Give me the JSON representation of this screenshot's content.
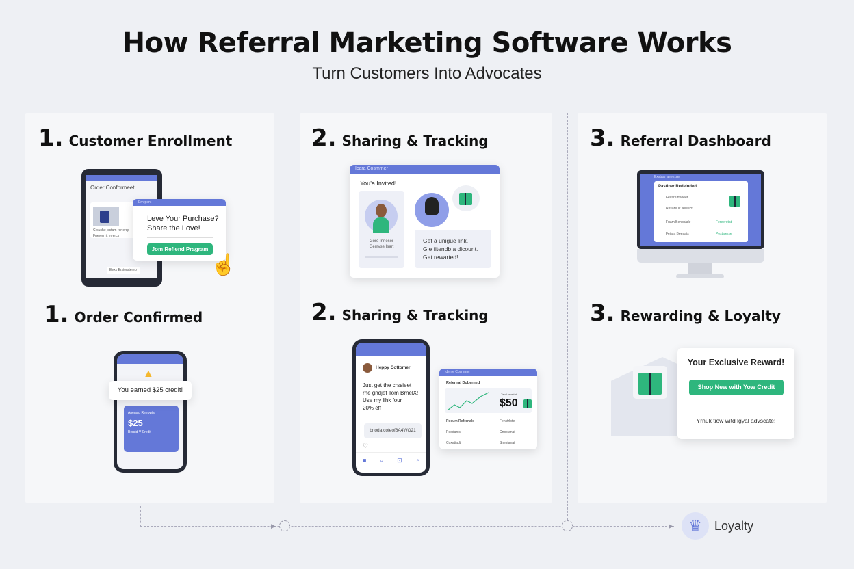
{
  "title": "How Referral Marketing Software Works",
  "subtitle": "Turn Customers Into Advocates",
  "steps": [
    {
      "num": "1.",
      "label": "Customer Enrollment"
    },
    {
      "num": "2.",
      "label": "Sharing & Tracking"
    },
    {
      "num": "3.",
      "label": "Referral Dashboard"
    },
    {
      "num": "1.",
      "label": "Order Confirmed"
    },
    {
      "num": "2.",
      "label": "Sharing & Tracking"
    },
    {
      "num": "3.",
      "label": "Rewarding & Loyalty"
    }
  ],
  "enroll": {
    "screen_title": "Order Conformeet!",
    "line1": "Crsuche jcstam rer ersp",
    "line2": "Fuereu rit er ercs",
    "footer": "Eexx  Erstersterep",
    "popup_bar": "Ernrpent",
    "popup_text1": "Leve Your Purchase?",
    "popup_text2": "Share the Love!",
    "button": "Jom Refiend Pragram"
  },
  "invite": {
    "bar": "Icara Cosmmer",
    "heading": "You'a Invited!",
    "person_line1": "Gore Inneser",
    "person_line2": "Gemvse Isart",
    "msg1": "Get a unigue link.",
    "msg2": "Gie fitendb a dicount.",
    "msg3": "Get rewarted!"
  },
  "dashboard": {
    "bar": "Exstaar aeeezrer",
    "title": "Pastiner Redeinded",
    "row1": "Fevare tteoeer",
    "row1b": "Resareult Neeect",
    "row2": "Fuam Benbalale",
    "row2s": "Fereerotat",
    "row3": "Feiara Beeaais",
    "row3s": "Pestalerse"
  },
  "order": {
    "toast": "You earned  $25 credit!",
    "wallet_label": "Aneuslp Reepwts",
    "amount": "$25",
    "wallet_sub": "Berstd V Credit"
  },
  "social": {
    "user": "Heppy Cottomer",
    "post1": "Just get the crssieet",
    "post2": "rne gndjet Tom BrnelX!",
    "post3": "Use my lihk four",
    "post4": "20% eff",
    "link": "bnoda.cofeof6A4WO21",
    "card_bar": "Ideme Cosmmer",
    "card_title": "Refenral Doberned",
    "card_small": "Taod tasettat",
    "card_amount": "$50",
    "recent": "Recum Refernals",
    "status0": "Fenstrlote",
    "r1": "Peodanis",
    "r1s": "Cnostanat",
    "r2": "Coxatiadt",
    "r2s": "Snestanat"
  },
  "reward": {
    "title": "Your Exclusive Reward!",
    "button": "Shop New with Yow Credit",
    "footer": "Yrnuk tiow witd lgyal advscate!"
  },
  "flow": {
    "end_label": "Loyalty"
  },
  "colors": {
    "accent": "#6478d8",
    "green": "#2eb67d",
    "bg": "#eef0f4"
  }
}
